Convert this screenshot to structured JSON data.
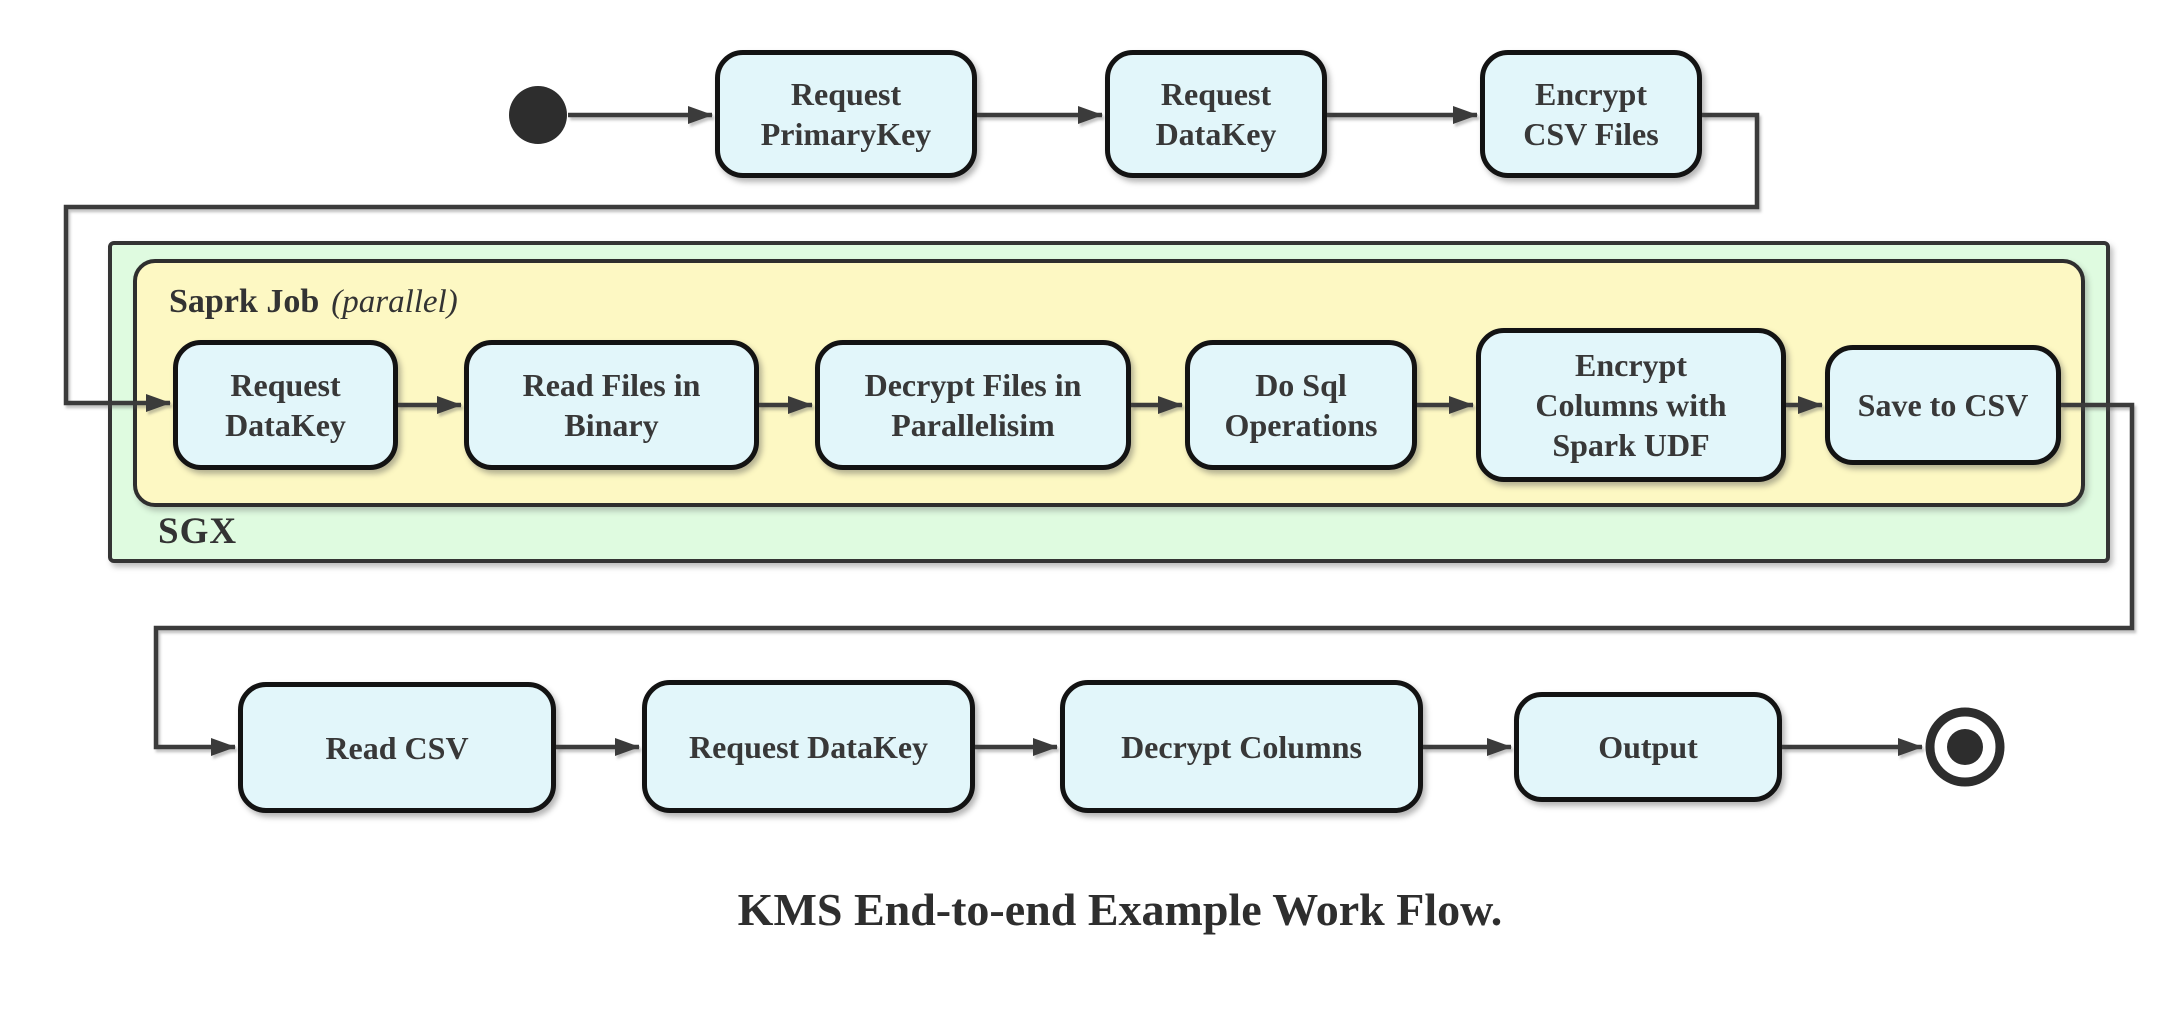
{
  "diagram": {
    "caption": "KMS End-to-end Example Work Flow.",
    "containers": {
      "sgx_label": "SGX",
      "spark_label": "Saprk Job",
      "spark_note": "(parallel)"
    },
    "nodes": {
      "t1": "Request\nPrimaryKey",
      "t2": "Request\nDataKey",
      "t3": "Encrypt\nCSV Files",
      "s1": "Request\nDataKey",
      "s2": "Read Files in\nBinary",
      "s3": "Decrypt Files in\nParallelisim",
      "s4": "Do Sql\nOperations",
      "s5": "Encrypt\nColumns with\nSpark UDF",
      "s6": "Save to CSV",
      "b1": "Read CSV",
      "b2": "Request DataKey",
      "b3": "Decrypt Columns",
      "b4": "Output"
    },
    "colors": {
      "activity_fill": "#e2f6fa",
      "sgx_fill": "#dffbe0",
      "spark_fill": "#fdf8c3",
      "node_border": "#131313",
      "line": "#3a3a3a",
      "text": "#333333"
    }
  }
}
